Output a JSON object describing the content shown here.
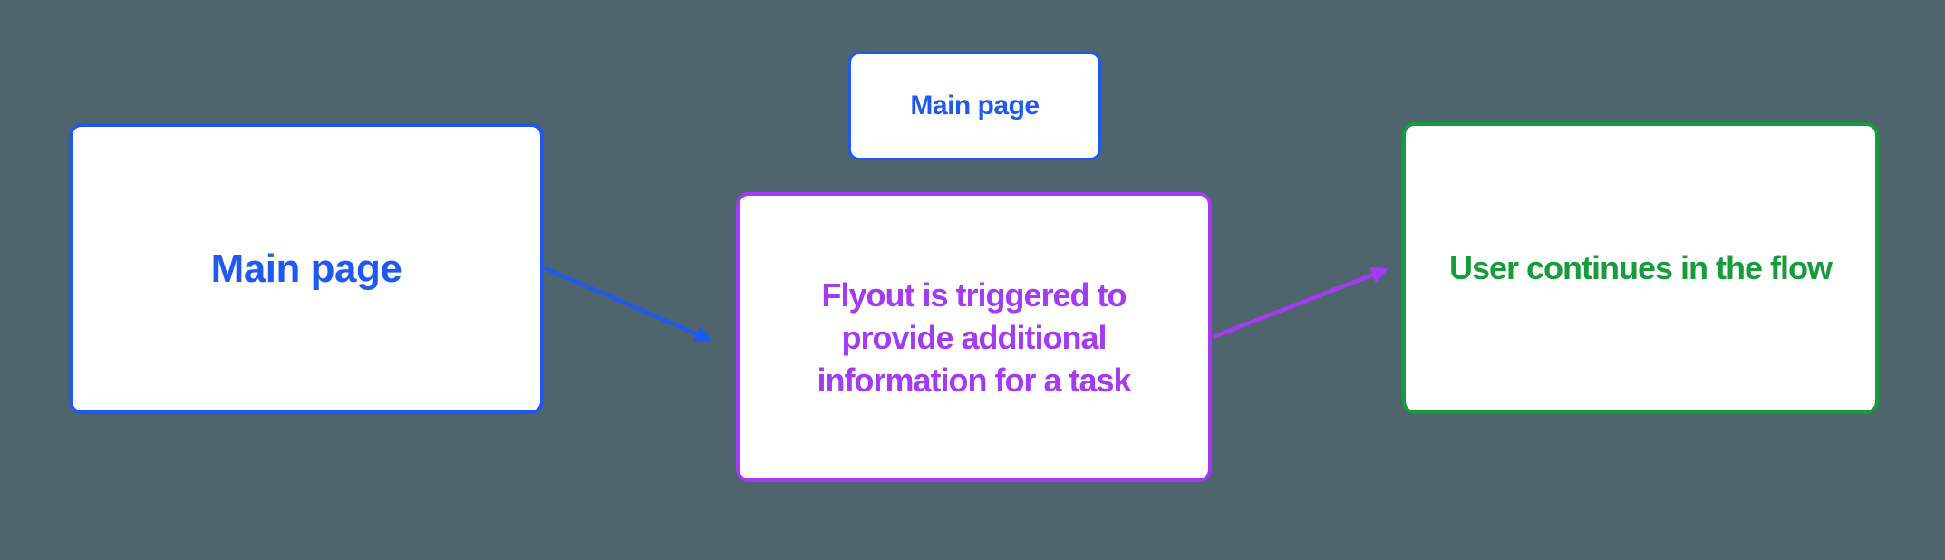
{
  "colors": {
    "canvas-bg": "#4e656d",
    "node-bg": "#ffffff",
    "blue": "#2059f0",
    "purple": "#a43bf2",
    "green": "#189c3b"
  },
  "nodes": {
    "main_large": {
      "label": "Main page"
    },
    "main_small": {
      "label": "Main page"
    },
    "flyout": {
      "line1": "Flyout is triggered to",
      "line2": "provide additional",
      "line3": "information for a task"
    },
    "continue_flow": {
      "label": "User continues in the flow"
    }
  },
  "edges": {
    "main_to_flyout": {
      "source": "Main page",
      "target": "Flyout is triggered to provide additional information for a task",
      "color": "#2059f0"
    },
    "flyout_to_continue": {
      "source": "Flyout is triggered to provide additional information for a task",
      "target": "User continues in the flow",
      "color": "#a43bf2"
    }
  }
}
